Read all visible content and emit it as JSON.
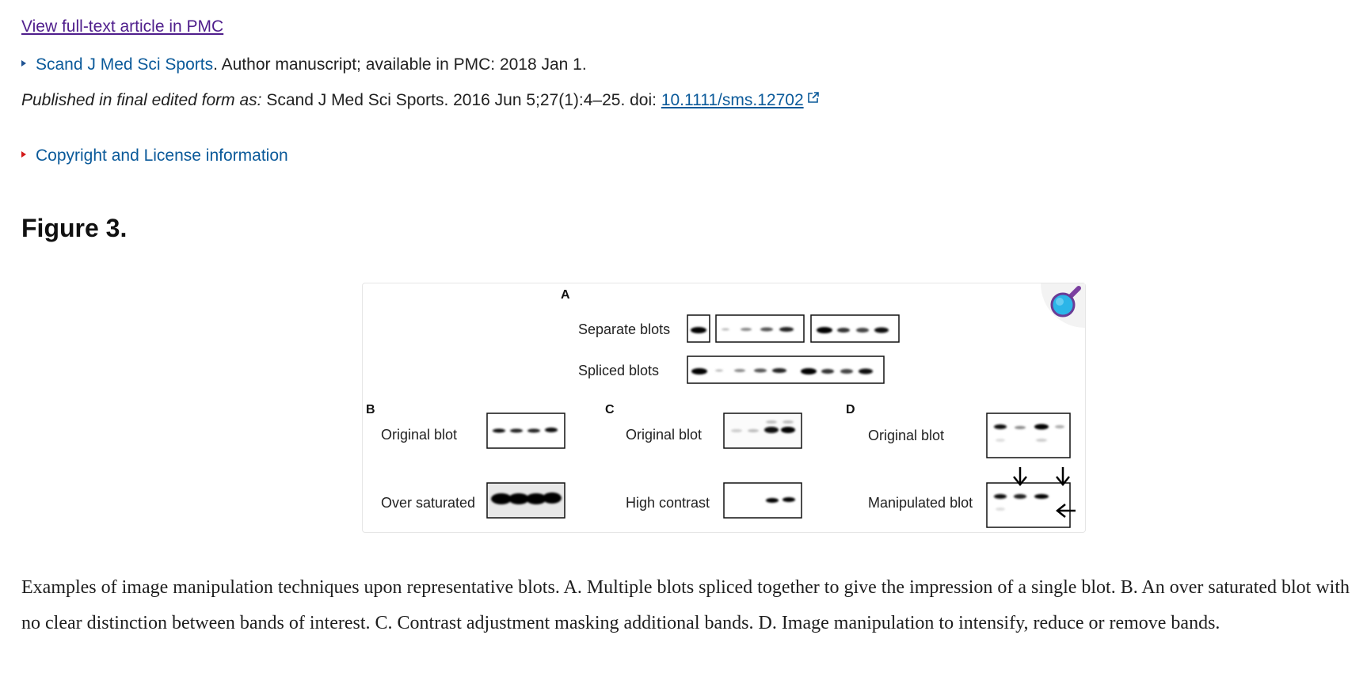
{
  "header": {
    "pmc_link": "View full-text article in PMC",
    "journal_link": "Scand J Med Sci Sports",
    "journal_rest": ". Author manuscript; available in PMC: 2018 Jan 1.",
    "published_label": "Published in final edited form as:",
    "published_text": " Scand J Med Sci Sports. 2016 Jun 5;27(1):4–25. doi: ",
    "doi": "10.1111/sms.12702",
    "copyright_link": "Copyright and License information"
  },
  "figure": {
    "heading": "Figure 3.",
    "panels": {
      "a_letter": "A",
      "a_label_1": "Separate blots",
      "a_label_2": "Spliced blots",
      "b_letter": "B",
      "b_label_1": "Original blot",
      "b_label_2": "Over saturated",
      "c_letter": "C",
      "c_label_1": "Original blot",
      "c_label_2": "High contrast",
      "d_letter": "D",
      "d_label_1": "Original blot",
      "d_label_2": "Manipulated blot"
    },
    "icons": {
      "zoom": "magnifier-icon",
      "external": "external-link-icon"
    },
    "caption": "Examples of image manipulation techniques upon representative blots. A. Multiple blots spliced together to give the impression of a single blot. B. An over saturated blot with no clear distinction between bands of interest. C. Contrast adjustment masking additional bands. D. Image manipulation to intensify, reduce or remove bands."
  },
  "colors": {
    "link_visited": "#4f1e8c",
    "link": "#0b5a9a",
    "marker_blue": "#205493",
    "marker_red": "#d31a1a"
  }
}
